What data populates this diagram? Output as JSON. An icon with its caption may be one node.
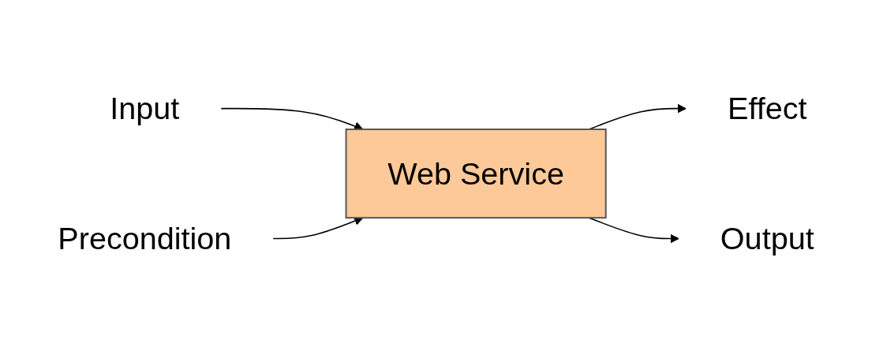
{
  "diagram": {
    "nodes": [
      {
        "text": [
          "Effect"
        ]
      },
      {
        "text": [
          "Input"
        ]
      },
      {
        "text": [
          "Web Service"
        ]
      },
      {
        "text": [
          "Output"
        ]
      },
      {
        "text": [
          "Precondition"
        ]
      }
    ],
    "edges": [
      {
        "from": 1,
        "to": 2,
        "arrow": "to"
      },
      {
        "from": 2,
        "to": 0,
        "arrow": "to"
      },
      {
        "from": 2,
        "to": 3,
        "arrow": "to"
      },
      {
        "from": 4,
        "to": 2,
        "arrow": "to"
      }
    ]
  }
}
